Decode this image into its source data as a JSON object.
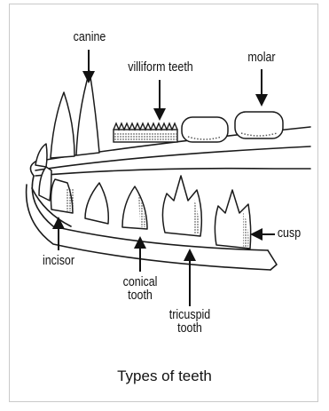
{
  "labels": {
    "canine": "canine",
    "villiform": "villiform teeth",
    "molar": "molar",
    "incisor": "incisor",
    "conical_line1": "conical",
    "conical_line2": "tooth",
    "tricuspid_line1": "tricuspid",
    "tricuspid_line2": "tooth",
    "cusp": "cusp"
  },
  "caption": "Types of teeth"
}
